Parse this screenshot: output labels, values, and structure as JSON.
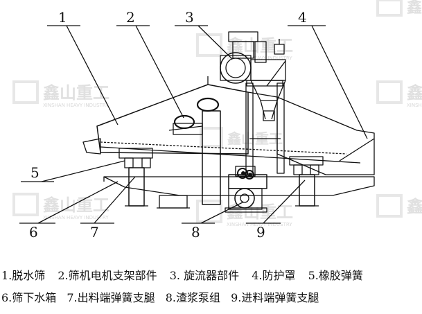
{
  "labels": [
    "1",
    "2",
    "3",
    "4",
    "5",
    "6",
    "7",
    "8",
    "9"
  ],
  "legend": {
    "row1": [
      "1.脱水筛",
      "2.筛机电机支架部件",
      "3. 旋流器部件",
      "4.防护罩",
      "5.橡胶弹簧"
    ],
    "row2": [
      "6.筛下水箱",
      "7.出料端弹簧支腿",
      "8.渣浆泵组",
      "9.进料端弹簧支腿"
    ]
  },
  "watermark": {
    "brand": "鑫山重工",
    "sub": "XINSHAN HEAVY INDUSTRY"
  }
}
